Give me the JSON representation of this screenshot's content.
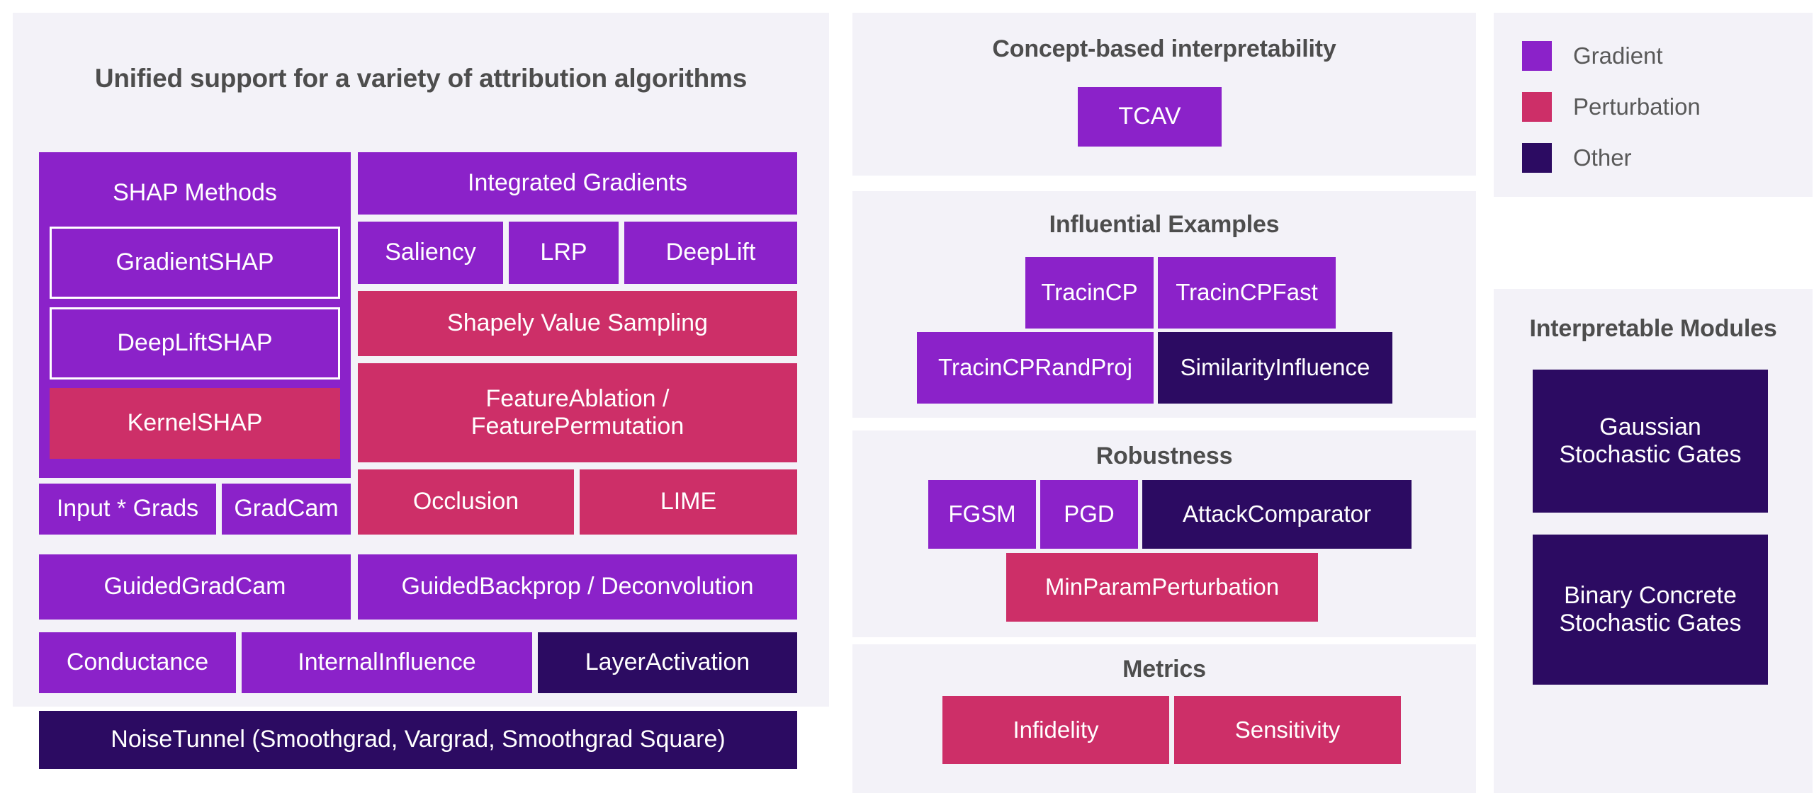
{
  "colors": {
    "gradient": "#8b22c9",
    "perturbation": "#cd2f68",
    "other": "#2c0b62",
    "panel_bg": "#f3f2f8",
    "page_bg": "#ffffff",
    "heading_text": "#4d4d4d",
    "legend_text": "#595959"
  },
  "attribution_panel": {
    "title": "Unified support for a variety of attribution algorithms",
    "shap_group": {
      "title": "SHAP Methods",
      "category": "Gradient",
      "items": [
        {
          "label": "GradientSHAP",
          "category": "Gradient",
          "outlined": true
        },
        {
          "label": "DeepLiftSHAP",
          "category": "Gradient",
          "outlined": true
        },
        {
          "label": "KernelSHAP",
          "category": "Perturbation",
          "outlined": false
        }
      ]
    },
    "right_column": {
      "integrated_gradients": {
        "label": "Integrated Gradients",
        "category": "Gradient"
      },
      "row_saliency": [
        {
          "label": "Saliency",
          "category": "Gradient"
        },
        {
          "label": "LRP",
          "category": "Gradient"
        },
        {
          "label": "DeepLift",
          "category": "Gradient"
        }
      ],
      "shapely": {
        "label": "Shapely Value Sampling",
        "category": "Perturbation"
      },
      "feature": {
        "label": "FeatureAblation /\nFeaturePermutation",
        "line1": "FeatureAblation /",
        "line2": "FeaturePermutation",
        "category": "Perturbation"
      },
      "row_occlusion": [
        {
          "label": "Occlusion",
          "category": "Perturbation"
        },
        {
          "label": "LIME",
          "category": "Perturbation"
        }
      ],
      "guided_backprop": {
        "label": "GuidedBackprop / Deconvolution",
        "category": "Gradient"
      }
    },
    "row_inputgrads": [
      {
        "label": "Input * Grads",
        "category": "Gradient"
      },
      {
        "label": "GradCam",
        "category": "Gradient"
      }
    ],
    "guided_gradcam": {
      "label": "GuidedGradCam",
      "category": "Gradient"
    },
    "row_layers": [
      {
        "label": "Conductance",
        "category": "Gradient"
      },
      {
        "label": "InternalInfluence",
        "category": "Gradient"
      },
      {
        "label": "LayerActivation",
        "category": "Other"
      }
    ],
    "noise_tunnel": {
      "label": "NoiseTunnel (Smoothgrad, Vargrad, Smoothgrad Square)",
      "category": "Other"
    }
  },
  "concept_panel": {
    "title": "Concept-based interpretability",
    "items": [
      {
        "label": "TCAV",
        "category": "Gradient"
      }
    ]
  },
  "influential_panel": {
    "title": "Influential Examples",
    "row1": [
      {
        "label": "TracinCP",
        "category": "Gradient"
      },
      {
        "label": "TracinCPFast",
        "category": "Gradient"
      }
    ],
    "row2": [
      {
        "label": "TracinCPRandProj",
        "category": "Gradient"
      },
      {
        "label": "SimilarityInfluence",
        "category": "Other"
      }
    ]
  },
  "robustness_panel": {
    "title": "Robustness",
    "row1": [
      {
        "label": "FGSM",
        "category": "Gradient"
      },
      {
        "label": "PGD",
        "category": "Gradient"
      },
      {
        "label": "AttackComparator",
        "category": "Other"
      }
    ],
    "row2": [
      {
        "label": "MinParamPerturbation",
        "category": "Perturbation"
      }
    ]
  },
  "metrics_panel": {
    "title": "Metrics",
    "items": [
      {
        "label": "Infidelity",
        "category": "Perturbation"
      },
      {
        "label": "Sensitivity",
        "category": "Perturbation"
      }
    ]
  },
  "legend": {
    "items": [
      {
        "label": "Gradient",
        "color": "#8b22c9"
      },
      {
        "label": "Perturbation",
        "color": "#cd2f68"
      },
      {
        "label": "Other",
        "color": "#2c0b62"
      }
    ]
  },
  "modules_panel": {
    "title": "Interpretable Modules",
    "items": [
      {
        "line1": "Gaussian",
        "line2": "Stochastic Gates",
        "category": "Other"
      },
      {
        "line1": "Binary Concrete",
        "line2": "Stochastic Gates",
        "category": "Other"
      }
    ]
  }
}
